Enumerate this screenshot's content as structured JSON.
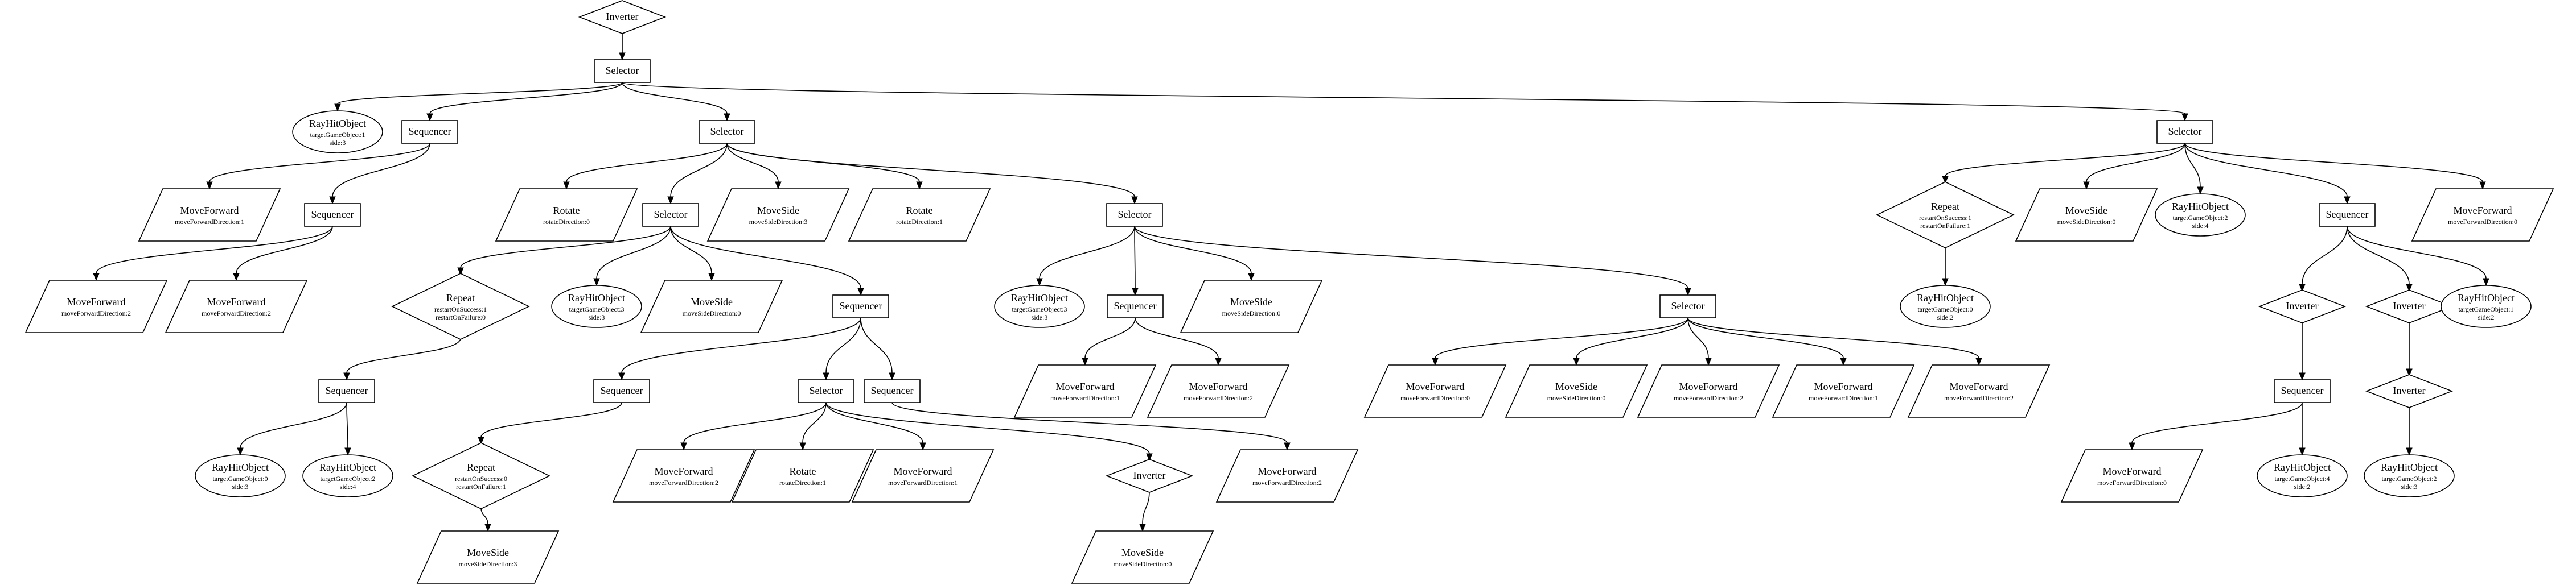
{
  "nodes": {
    "n0": {
      "shape": "diamond",
      "lines": [
        "Inverter"
      ]
    },
    "n1": {
      "shape": "box",
      "lines": [
        "Selector"
      ]
    },
    "n2": {
      "shape": "ellipse",
      "lines": [
        "RayHitObject",
        "targetGameObject:1",
        "side:3"
      ]
    },
    "n3": {
      "shape": "box",
      "lines": [
        "Sequencer"
      ]
    },
    "n4": {
      "shape": "box",
      "lines": [
        "Selector"
      ]
    },
    "n5": {
      "shape": "box",
      "lines": [
        "Selector"
      ]
    },
    "n6": {
      "shape": "para",
      "lines": [
        "MoveForward",
        "moveForwardDirection:1"
      ]
    },
    "n7": {
      "shape": "box",
      "lines": [
        "Sequencer"
      ]
    },
    "n8": {
      "shape": "para",
      "lines": [
        "MoveForward",
        "moveForwardDirection:2"
      ]
    },
    "n9": {
      "shape": "para",
      "lines": [
        "MoveForward",
        "moveForwardDirection:2"
      ]
    },
    "n10": {
      "shape": "para",
      "lines": [
        "Rotate",
        "rotateDirection:0"
      ]
    },
    "n11": {
      "shape": "box",
      "lines": [
        "Selector"
      ]
    },
    "n12": {
      "shape": "para",
      "lines": [
        "MoveSide",
        "moveSideDirection:3"
      ]
    },
    "n13": {
      "shape": "para",
      "lines": [
        "Rotate",
        "rotateDirection:1"
      ]
    },
    "n14": {
      "shape": "box",
      "lines": [
        "Selector"
      ]
    },
    "n15": {
      "shape": "diamond",
      "lines": [
        "Repeat",
        "restartOnSuccess:1",
        "restartOnFailure:0"
      ]
    },
    "n16": {
      "shape": "ellipse",
      "lines": [
        "RayHitObject",
        "targetGameObject:3",
        "side:3"
      ]
    },
    "n17": {
      "shape": "para",
      "lines": [
        "MoveSide",
        "moveSideDirection:0"
      ]
    },
    "n18": {
      "shape": "box",
      "lines": [
        "Sequencer"
      ]
    },
    "n19": {
      "shape": "box",
      "lines": [
        "Sequencer"
      ]
    },
    "n20": {
      "shape": "ellipse",
      "lines": [
        "RayHitObject",
        "targetGameObject:0",
        "side:3"
      ]
    },
    "n21": {
      "shape": "ellipse",
      "lines": [
        "RayHitObject",
        "targetGameObject:2",
        "side:4"
      ]
    },
    "n22": {
      "shape": "box",
      "lines": [
        "Sequencer"
      ]
    },
    "n23": {
      "shape": "box",
      "lines": [
        "Selector"
      ]
    },
    "n24": {
      "shape": "box",
      "lines": [
        "Sequencer"
      ]
    },
    "n25": {
      "shape": "diamond",
      "lines": [
        "Repeat",
        "restartOnSuccess:0",
        "restartOnFailure:1"
      ]
    },
    "n26": {
      "shape": "para",
      "lines": [
        "MoveSide",
        "moveSideDirection:3"
      ]
    },
    "n27": {
      "shape": "para",
      "lines": [
        "MoveForward",
        "moveForwardDirection:2"
      ]
    },
    "n28": {
      "shape": "para",
      "lines": [
        "Rotate",
        "rotateDirection:1"
      ]
    },
    "n29": {
      "shape": "para",
      "lines": [
        "MoveForward",
        "moveForwardDirection:1"
      ]
    },
    "n30": {
      "shape": "diamond",
      "lines": [
        "Inverter"
      ]
    },
    "n31": {
      "shape": "para",
      "lines": [
        "MoveSide",
        "moveSideDirection:0"
      ]
    },
    "n32": {
      "shape": "para",
      "lines": [
        "MoveForward",
        "moveForwardDirection:2"
      ]
    },
    "n33": {
      "shape": "ellipse",
      "lines": [
        "RayHitObject",
        "targetGameObject:3",
        "side:3"
      ]
    },
    "n34": {
      "shape": "box",
      "lines": [
        "Sequencer"
      ]
    },
    "n35": {
      "shape": "para",
      "lines": [
        "MoveSide",
        "moveSideDirection:0"
      ]
    },
    "n36": {
      "shape": "box",
      "lines": [
        "Selector"
      ]
    },
    "n37": {
      "shape": "para",
      "lines": [
        "MoveForward",
        "moveForwardDirection:1"
      ]
    },
    "n38": {
      "shape": "para",
      "lines": [
        "MoveForward",
        "moveForwardDirection:2"
      ]
    },
    "n39": {
      "shape": "para",
      "lines": [
        "MoveForward",
        "moveForwardDirection:0"
      ]
    },
    "n40": {
      "shape": "para",
      "lines": [
        "MoveSide",
        "moveSideDirection:0"
      ]
    },
    "n41": {
      "shape": "para",
      "lines": [
        "MoveForward",
        "moveForwardDirection:2"
      ]
    },
    "n42": {
      "shape": "para",
      "lines": [
        "MoveForward",
        "moveForwardDirection:1"
      ]
    },
    "n43": {
      "shape": "para",
      "lines": [
        "MoveForward",
        "moveForwardDirection:2"
      ]
    },
    "n44": {
      "shape": "diamond",
      "lines": [
        "Repeat",
        "restartOnSuccess:1",
        "restartOnFailure:1"
      ]
    },
    "n45": {
      "shape": "para",
      "lines": [
        "MoveSide",
        "moveSideDirection:0"
      ]
    },
    "n46": {
      "shape": "ellipse",
      "lines": [
        "RayHitObject",
        "targetGameObject:2",
        "side:4"
      ]
    },
    "n47": {
      "shape": "box",
      "lines": [
        "Sequencer"
      ]
    },
    "n48": {
      "shape": "para",
      "lines": [
        "MoveForward",
        "moveForwardDirection:0"
      ]
    },
    "n49": {
      "shape": "ellipse",
      "lines": [
        "RayHitObject",
        "targetGameObject:0",
        "side:2"
      ]
    },
    "n50": {
      "shape": "diamond",
      "lines": [
        "Inverter"
      ]
    },
    "n51": {
      "shape": "diamond",
      "lines": [
        "Inverter"
      ]
    },
    "n52": {
      "shape": "ellipse",
      "lines": [
        "RayHitObject",
        "targetGameObject:1",
        "side:2"
      ]
    },
    "n53": {
      "shape": "box",
      "lines": [
        "Sequencer"
      ]
    },
    "n54": {
      "shape": "diamond",
      "lines": [
        "Inverter"
      ]
    },
    "n55": {
      "shape": "para",
      "lines": [
        "MoveForward",
        "moveForwardDirection:0"
      ]
    },
    "n56": {
      "shape": "ellipse",
      "lines": [
        "RayHitObject",
        "targetGameObject:4",
        "side:2"
      ]
    },
    "n57": {
      "shape": "ellipse",
      "lines": [
        "RayHitObject",
        "targetGameObject:2",
        "side:3"
      ]
    }
  },
  "edges": [
    [
      "n0",
      "n1"
    ],
    [
      "n1",
      "n2"
    ],
    [
      "n1",
      "n3"
    ],
    [
      "n1",
      "n4"
    ],
    [
      "n1",
      "n5"
    ],
    [
      "n3",
      "n6"
    ],
    [
      "n3",
      "n7"
    ],
    [
      "n7",
      "n8"
    ],
    [
      "n7",
      "n9"
    ],
    [
      "n4",
      "n10"
    ],
    [
      "n4",
      "n11"
    ],
    [
      "n4",
      "n12"
    ],
    [
      "n4",
      "n13"
    ],
    [
      "n4",
      "n14"
    ],
    [
      "n11",
      "n15"
    ],
    [
      "n11",
      "n16"
    ],
    [
      "n11",
      "n17"
    ],
    [
      "n11",
      "n18"
    ],
    [
      "n15",
      "n19"
    ],
    [
      "n19",
      "n20"
    ],
    [
      "n19",
      "n21"
    ],
    [
      "n18",
      "n22"
    ],
    [
      "n18",
      "n23"
    ],
    [
      "n18",
      "n24"
    ],
    [
      "n22",
      "n25"
    ],
    [
      "n25",
      "n26"
    ],
    [
      "n23",
      "n27"
    ],
    [
      "n23",
      "n28"
    ],
    [
      "n23",
      "n29"
    ],
    [
      "n23",
      "n30"
    ],
    [
      "n30",
      "n31"
    ],
    [
      "n24",
      "n32"
    ],
    [
      "n14",
      "n33"
    ],
    [
      "n14",
      "n34"
    ],
    [
      "n14",
      "n35"
    ],
    [
      "n14",
      "n36"
    ],
    [
      "n34",
      "n37"
    ],
    [
      "n34",
      "n38"
    ],
    [
      "n36",
      "n39"
    ],
    [
      "n36",
      "n40"
    ],
    [
      "n36",
      "n41"
    ],
    [
      "n36",
      "n42"
    ],
    [
      "n36",
      "n43"
    ],
    [
      "n5",
      "n44"
    ],
    [
      "n5",
      "n45"
    ],
    [
      "n5",
      "n46"
    ],
    [
      "n5",
      "n47"
    ],
    [
      "n5",
      "n48"
    ],
    [
      "n44",
      "n49"
    ],
    [
      "n47",
      "n50"
    ],
    [
      "n47",
      "n51"
    ],
    [
      "n47",
      "n52"
    ],
    [
      "n50",
      "n53"
    ],
    [
      "n53",
      "n55"
    ],
    [
      "n53",
      "n56"
    ],
    [
      "n51",
      "n54"
    ],
    [
      "n54",
      "n57"
    ]
  ]
}
